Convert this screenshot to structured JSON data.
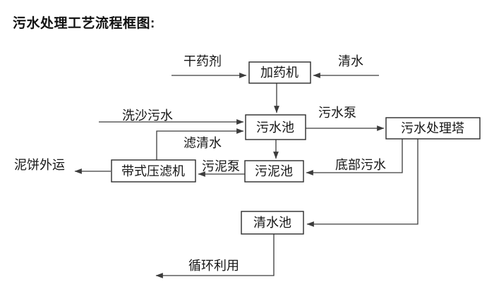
{
  "title": "污水处理工艺流程框图:",
  "colors": {
    "background": "#ffffff",
    "line": "#3c3c3c",
    "box_border": "#2b2b2b",
    "text": "#161616"
  },
  "nodes": {
    "dosing_machine": "加药机",
    "sewage_pool": "污水池",
    "treatment_tower": "污水处理塔",
    "sludge_pool": "污泥池",
    "belt_filter_press": "带式压滤机",
    "clean_water_pool": "清水池"
  },
  "labels": {
    "dry_chemical": "干药剂",
    "clean_water": "清水",
    "sand_washing_sewage": "洗沙污水",
    "sewage_pump": "污水泵",
    "filtered_water": "滤清水",
    "sludge_pump": "污泥泵",
    "bottom_sewage": "底部污水",
    "mud_cake_out": "泥饼外运",
    "recycling": "循环利用"
  },
  "edges": [
    {
      "from": "干药剂",
      "to": "加药机",
      "label": "干药剂"
    },
    {
      "from": "清水",
      "to": "加药机",
      "label": "清水"
    },
    {
      "from": "加药机",
      "to": "污水池",
      "label": ""
    },
    {
      "from": "洗沙污水",
      "to": "污水池",
      "label": "洗沙污水"
    },
    {
      "from": "带式压滤机",
      "to": "污水池",
      "label": "滤清水"
    },
    {
      "from": "污水池",
      "to": "污水处理塔",
      "label": "污水泵"
    },
    {
      "from": "污水池",
      "to": "污泥池",
      "label": ""
    },
    {
      "from": "污水处理塔",
      "to": "污泥池",
      "label": "底部污水"
    },
    {
      "from": "污泥池",
      "to": "带式压滤机",
      "label": "污泥泵"
    },
    {
      "from": "带式压滤机",
      "to": "泥饼外运",
      "label": "泥饼外运"
    },
    {
      "from": "污水处理塔",
      "to": "清水池",
      "label": ""
    },
    {
      "from": "清水池",
      "to": "循环利用",
      "label": "循环利用"
    }
  ]
}
